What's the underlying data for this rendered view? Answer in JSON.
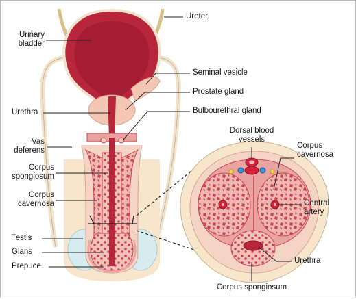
{
  "figure": {
    "labels": {
      "ureter": "Ureter",
      "urinary_bladder": "Urinary\nbladder",
      "seminal_vesicle": "Seminal vesicle",
      "prostate_gland": "Prostate gland",
      "urethra_left": "Urethra",
      "bulbourethral_gland": "Bulbourethral gland",
      "vas_deferens": "Vas\ndeferens",
      "dorsal_blood_vessels": "Dorsal blood\nvessels",
      "corpus_cavernosa_right": "Corpus\ncavernosa",
      "corpus_spongiosum_left": "Corpus\nspongiosum",
      "corpus_cavernosa_left": "Corpus\ncavernosa",
      "central_artery": "Central\nartery",
      "testis": "Testis",
      "glans": "Glans",
      "prepuce": "Prepuce",
      "urethra_right": "Urethra",
      "corpus_spongiosum_bottom": "Corpus spongiosum"
    },
    "colors": {
      "bladder": "#b8263b",
      "bladder_inner": "#a51d33",
      "tissue_pink": "#e9a3a0",
      "tissue_light": "#f4d4c4",
      "skin": "#f7e6cc",
      "testis": "#d6ecf0",
      "artery_red": "#d5213a",
      "vein_blue": "#3d8fd0",
      "gland": "#f3c7b4",
      "nerve_yellow": "#f1d54a",
      "ureter_tan": "#d9c089"
    }
  }
}
